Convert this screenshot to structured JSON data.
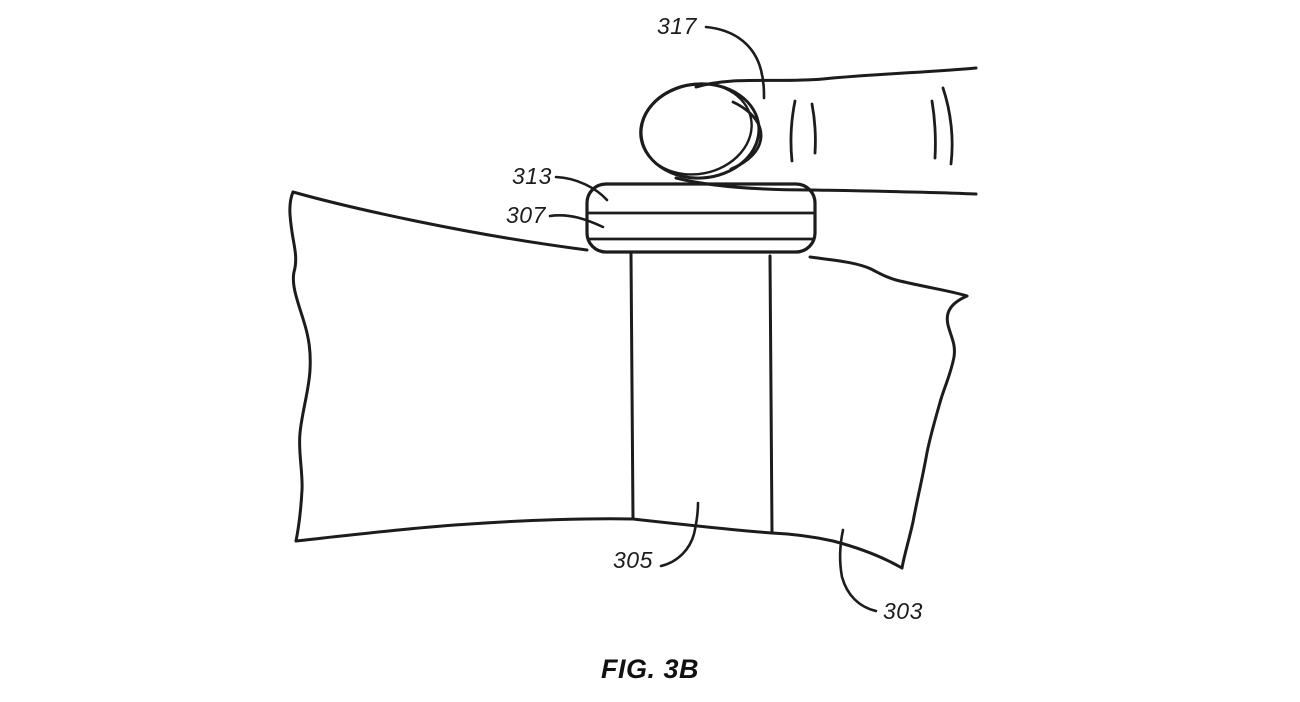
{
  "figure": {
    "type": "patent-line-drawing",
    "caption": "FIG. 3B",
    "colors": {
      "line": "#1c1c1c",
      "background": "#ffffff"
    },
    "labels": [
      {
        "id": "317",
        "text": "317",
        "target": "finger"
      },
      {
        "id": "313",
        "text": "313",
        "target": "device-top-layer"
      },
      {
        "id": "307",
        "text": "307",
        "target": "device-middle-layer"
      },
      {
        "id": "305",
        "text": "305",
        "target": "watch-band"
      },
      {
        "id": "303",
        "text": "303",
        "target": "wrist"
      }
    ]
  }
}
